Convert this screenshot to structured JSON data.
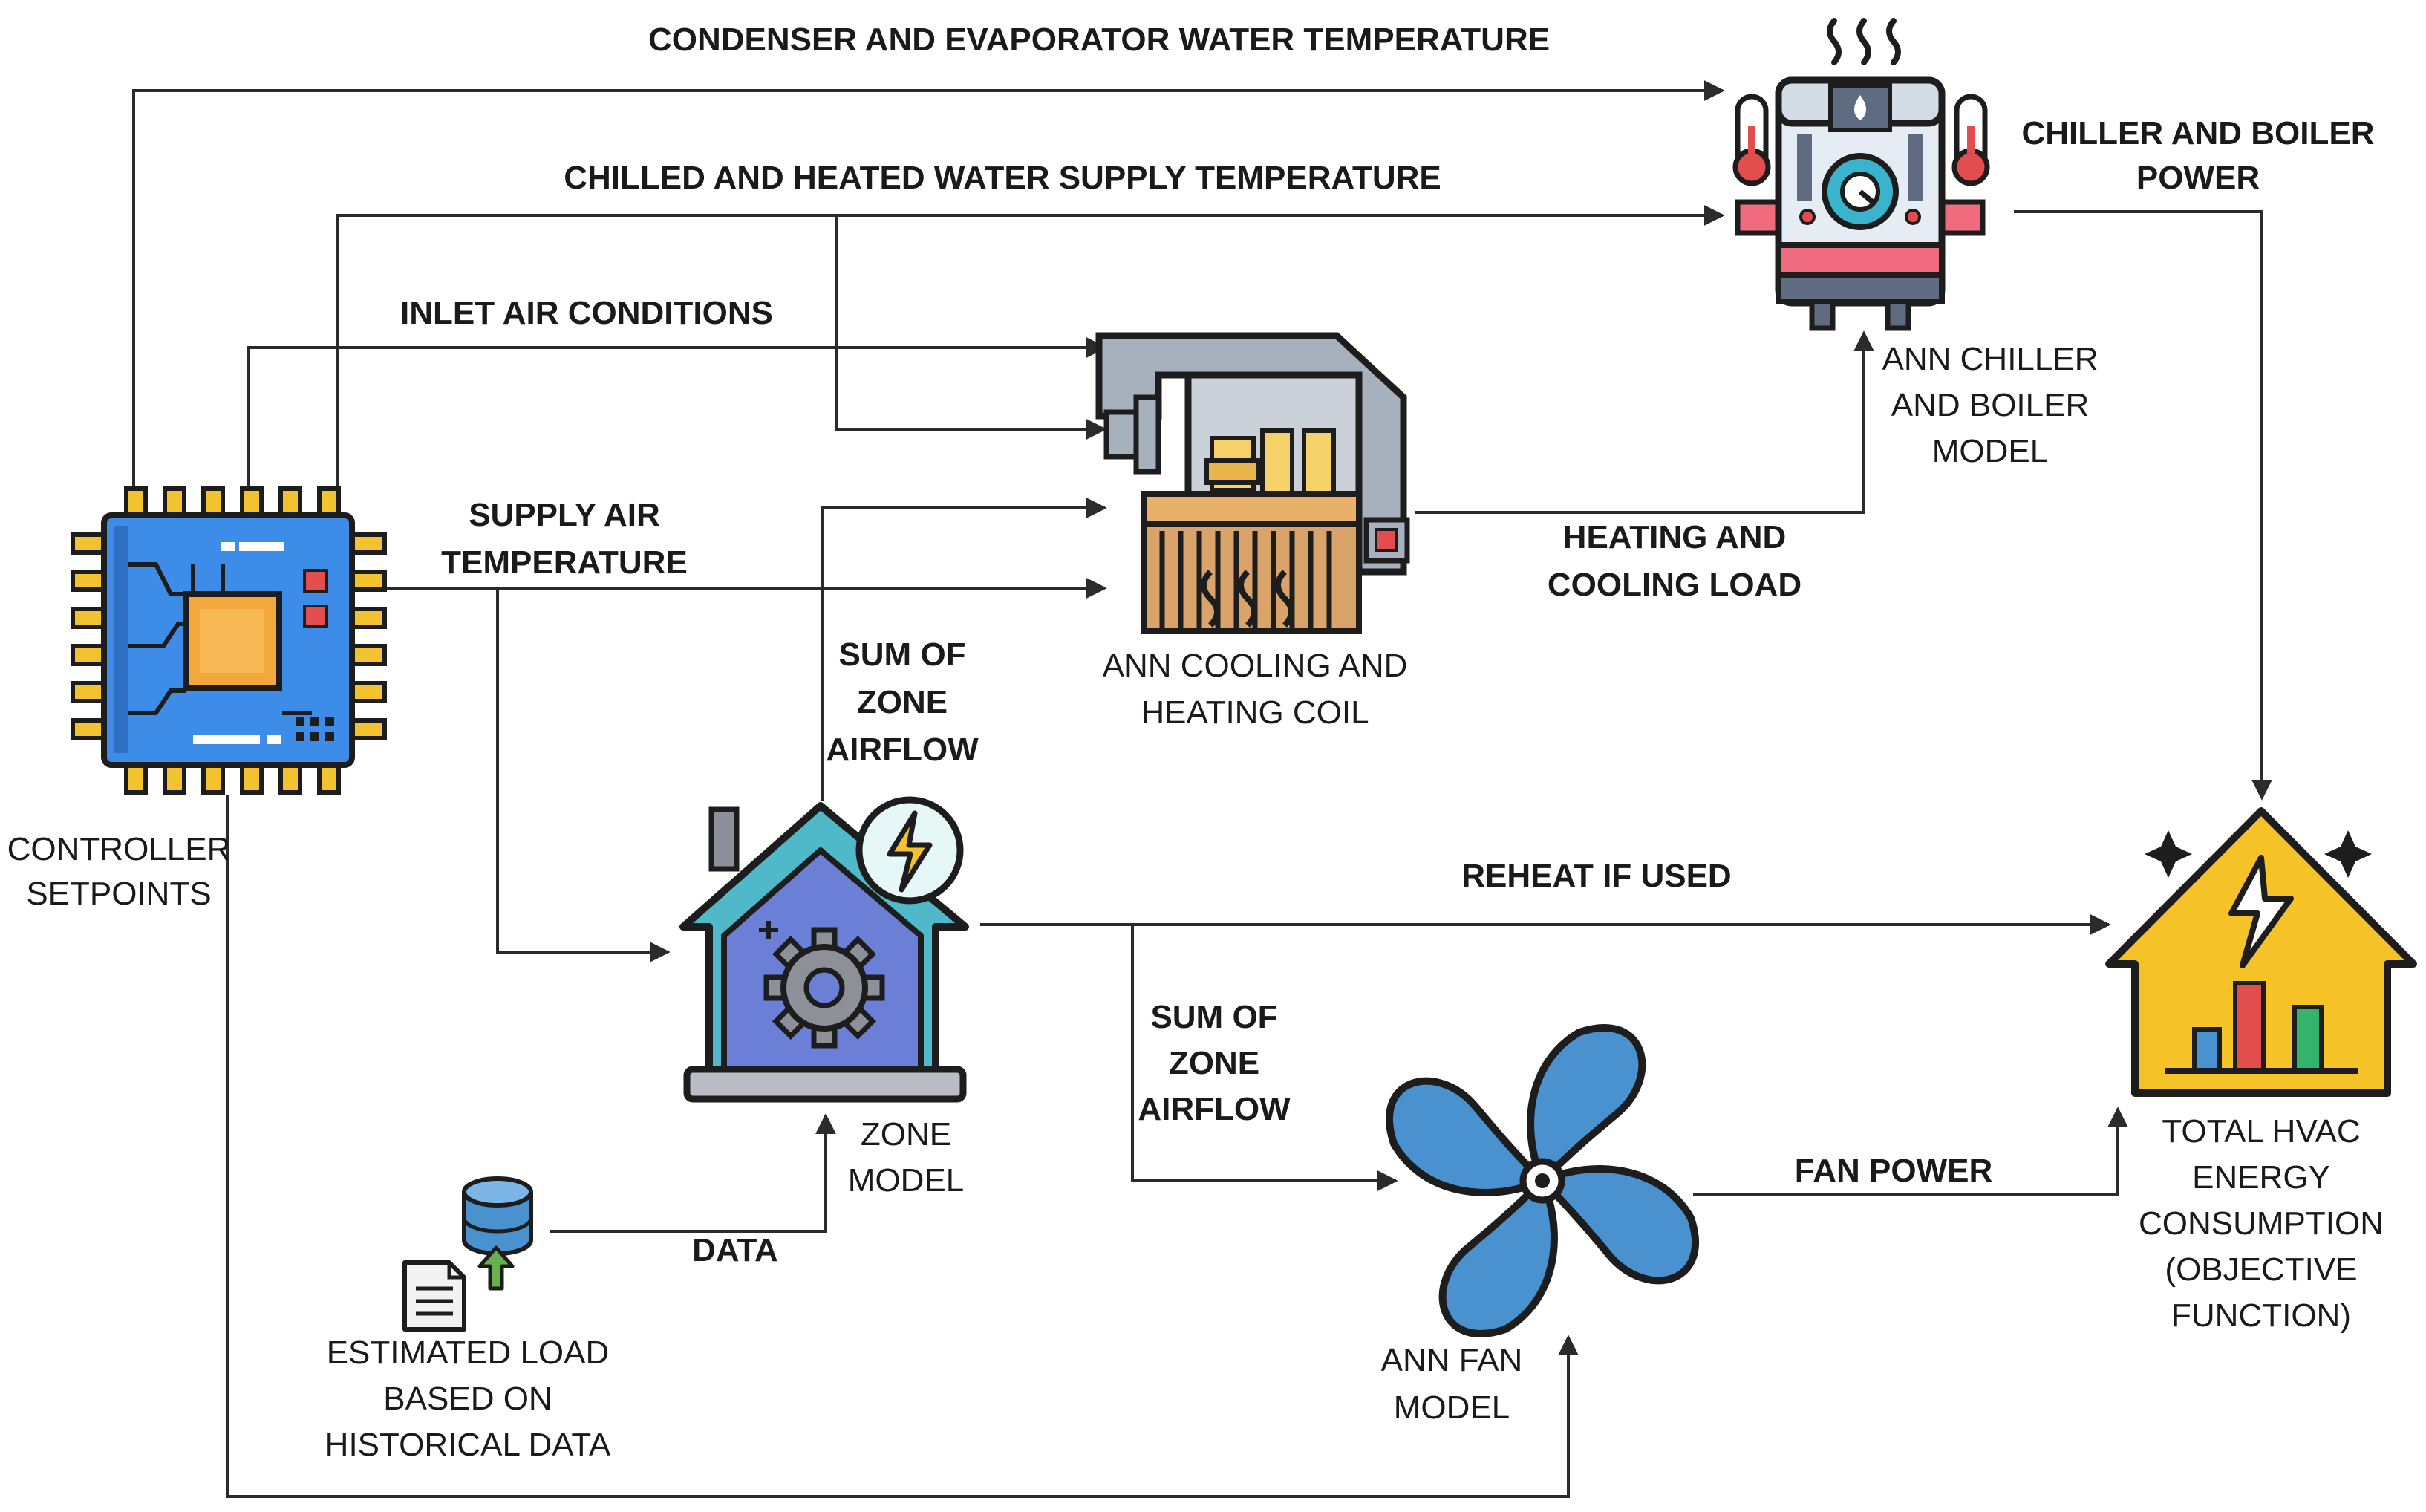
{
  "edge_labels": {
    "condenser_evaporator": "CONDENSER AND EVAPORATOR WATER TEMPERATURE",
    "chilled_heated_supply": "CHILLED AND HEATED WATER SUPPLY TEMPERATURE",
    "inlet_air": "INLET AIR CONDITIONS",
    "supply_air_1": "SUPPLY AIR",
    "supply_air_2": "TEMPERATURE",
    "sum_zone_a_1": "SUM OF",
    "sum_zone_a_2": "ZONE",
    "sum_zone_a_3": "AIRFLOW",
    "heating_cooling_1": "HEATING AND",
    "heating_cooling_2": "COOLING LOAD",
    "chiller_boiler_power_1": "CHILLER AND BOILER",
    "chiller_boiler_power_2": "POWER",
    "reheat": "REHEAT IF USED",
    "sum_zone_b_1": "SUM OF",
    "sum_zone_b_2": "ZONE",
    "sum_zone_b_3": "AIRFLOW",
    "fan_power": "FAN POWER",
    "data": "DATA"
  },
  "nodes": {
    "controller_1": "CONTROLLER",
    "controller_2": "SETPOINTS",
    "coil_1": "ANN COOLING AND",
    "coil_2": "HEATING COIL",
    "chiller_1": "ANN CHILLER",
    "chiller_2": "AND BOILER",
    "chiller_3": "MODEL",
    "zone_1": "ZONE",
    "zone_2": "MODEL",
    "estimated_1": "ESTIMATED LOAD",
    "estimated_2": "BASED ON",
    "estimated_3": "HISTORICAL DATA",
    "fan_1": "ANN FAN",
    "fan_2": "MODEL",
    "total_1": "TOTAL HVAC",
    "total_2": "ENERGY",
    "total_3": "CONSUMPTION",
    "total_4": "(OBJECTIVE",
    "total_5": "FUNCTION)"
  },
  "icons": {
    "controller": "microchip-icon",
    "coil": "cooling-heating-coil-icon",
    "chiller": "boiler-icon",
    "zone": "smart-house-icon",
    "database": "database-icon",
    "document": "document-icon",
    "fan": "fan-icon",
    "energy": "energy-house-icon"
  },
  "colors": {
    "line": "#2b2b2b",
    "chip_blue": "#3d8de8",
    "chip_core": "#f3a83b",
    "chip_pins": "#f3c22f",
    "house_purple": "#6c7fd6",
    "house_teal": "#4fb9c9",
    "fan_blue": "#4a91cf",
    "energy_yellow": "#f5c227",
    "coil_gray": "#a7b1bd",
    "coil_wood": "#d9a36a",
    "boiler_pink": "#f16b7f",
    "boiler_teal": "#3ab3cc"
  }
}
